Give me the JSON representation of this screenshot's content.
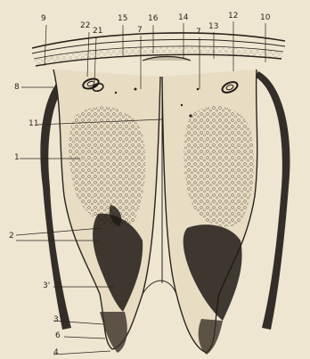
{
  "labels": {
    "l9": "9",
    "l22": "22",
    "l21": "21",
    "l15": "15",
    "l16": "16",
    "l7a": "7",
    "l14": "14",
    "l7b": "7",
    "l13": "13",
    "l12": "12",
    "l10": "10",
    "l8": "8",
    "l11": "11",
    "l1": "1",
    "l2": "2",
    "l3p": "3'",
    "l3": "3",
    "l6": "6",
    "l4": "4"
  },
  "colors": {
    "paper": "#efe6d2",
    "ink": "#2a231c",
    "tissue": "#e8dcc3",
    "dark": "#1f1a15"
  }
}
